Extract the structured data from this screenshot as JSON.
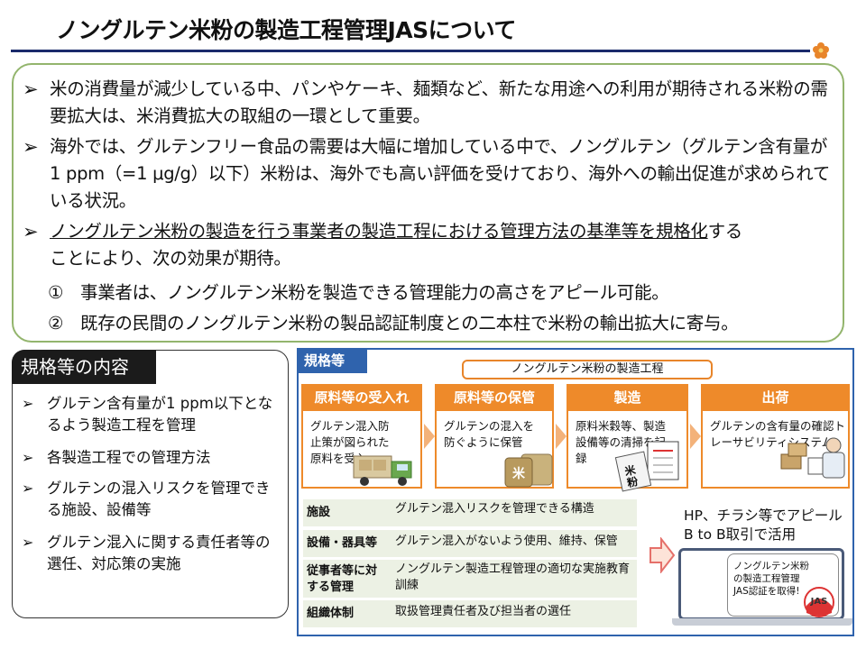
{
  "title": "ノングルテン米粉の製造工程管理JASについて",
  "intro": {
    "bullet_symbol": "➢",
    "bullets": [
      "米の消費量が減少している中、パンやケーキ、麺類など、新たな用途への利用が期待される米粉の需要拡大は、米消費拡大の取組の一環として重要。",
      "海外では、グルテンフリー食品の需要は大幅に増加している中で、ノングルテン（グルテン含有量が1 ppm（=1 μg/g）以下）米粉は、海外でも高い評価を受けており、海外への輸出促進が求められている状況。"
    ],
    "bullet3_underlined": "ノングルテン米粉の製造を行う事業者の製造工程における管理方法の基準等を規格化",
    "bullet3_rest_line1": "する",
    "bullet3_line2": "ことにより、次の効果が期待。",
    "effects": [
      {
        "num": "①",
        "text": "事業者は、ノングルテン米粉を製造できる管理能力の高さをアピール可能。"
      },
      {
        "num": "②",
        "text": "既存の民間のノングルテン米粉の製品認証制度との二本柱で米粉の輸出拡大に寄与。"
      }
    ]
  },
  "left_panel": {
    "heading": "規格等の内容",
    "bullet_symbol": "➢",
    "items": [
      "グルテン含有量が1 ppm以下となるよう製造工程を管理",
      "各製造工程での管理方法",
      "グルテンの混入リスクを管理できる施設、設備等",
      "グルテン混入に関する責任者等の選任、対応策の実施"
    ]
  },
  "right_panel": {
    "heading": "規格等",
    "process_label": "ノングルテン米粉の製造工程",
    "steps": [
      {
        "title": "原料等の受入れ",
        "body": "グルテン混入防止策が図られた原料を受入"
      },
      {
        "title": "原料等の保管",
        "body": "グルテンの混入を防ぐように保管"
      },
      {
        "title": "製造",
        "body": "原料米穀等、製造設備等の清掃を記録"
      },
      {
        "title": "出荷",
        "body": "グルテンの含有量の確認トレーサビリティシステム"
      }
    ],
    "rice_bag_label": "米粉",
    "table": [
      {
        "key": "施設",
        "value": "グルテン混入リスクを管理できる構造"
      },
      {
        "key": "設備・器具等",
        "value": "グルテン混入がないよう使用、維持、保管"
      },
      {
        "key": "従事者等に対する管理",
        "value": "ノングルテン製造工程管理の適切な実施教育訓練"
      },
      {
        "key": "組織体制",
        "value": "取扱管理責任者及び担当者の選任"
      }
    ]
  },
  "promo": {
    "text_line1": "HP、チラシ等でアピール",
    "text_line2": "B to B取引で活用",
    "screen_message": "ノングルテン米粉の製造工程管理JAS認証を取得!",
    "jas_logo_text": "JAS"
  },
  "colors": {
    "accent_orange": "#ee8a2a",
    "frame_blue": "#2f63ad",
    "frame_green": "#93b56d",
    "title_rule": "#1a2a6b",
    "table_bg": "#ecf1e4"
  }
}
